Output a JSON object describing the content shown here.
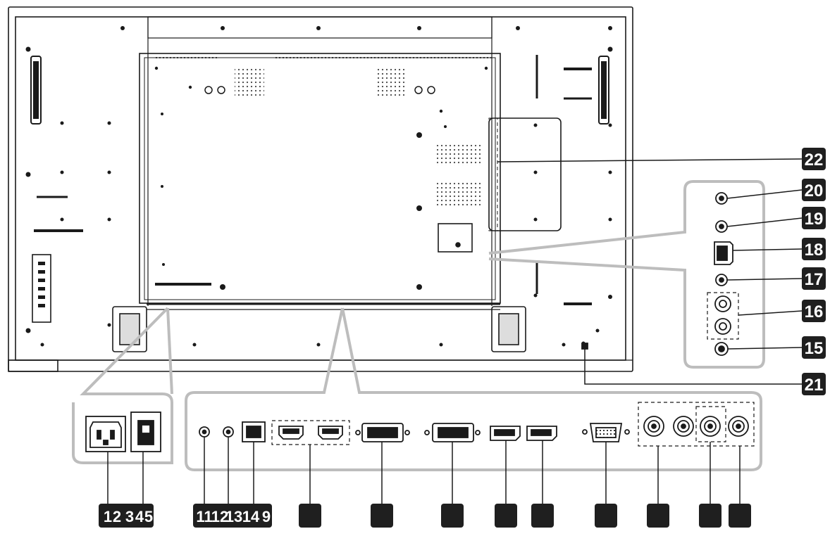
{
  "colors": {
    "line": "#1a1a1a",
    "callout_gray": "#bdbdbd",
    "badge_fill": "#1f1f1f",
    "badge_text": "#ffffff",
    "panel_bg": "#ffffff"
  },
  "badges": {
    "b22": "22",
    "b20": "20",
    "b19": "19",
    "b18": "18",
    "b17": "17",
    "b16": "16",
    "b15": "15",
    "b21": "21",
    "b1": "1",
    "b2": "2",
    "b3": "3",
    "b4": "4",
    "b5": "5",
    "b11": "11",
    "b12": "12",
    "b13": "13",
    "b14": "14",
    "b9": "9",
    "b_blank": ""
  }
}
